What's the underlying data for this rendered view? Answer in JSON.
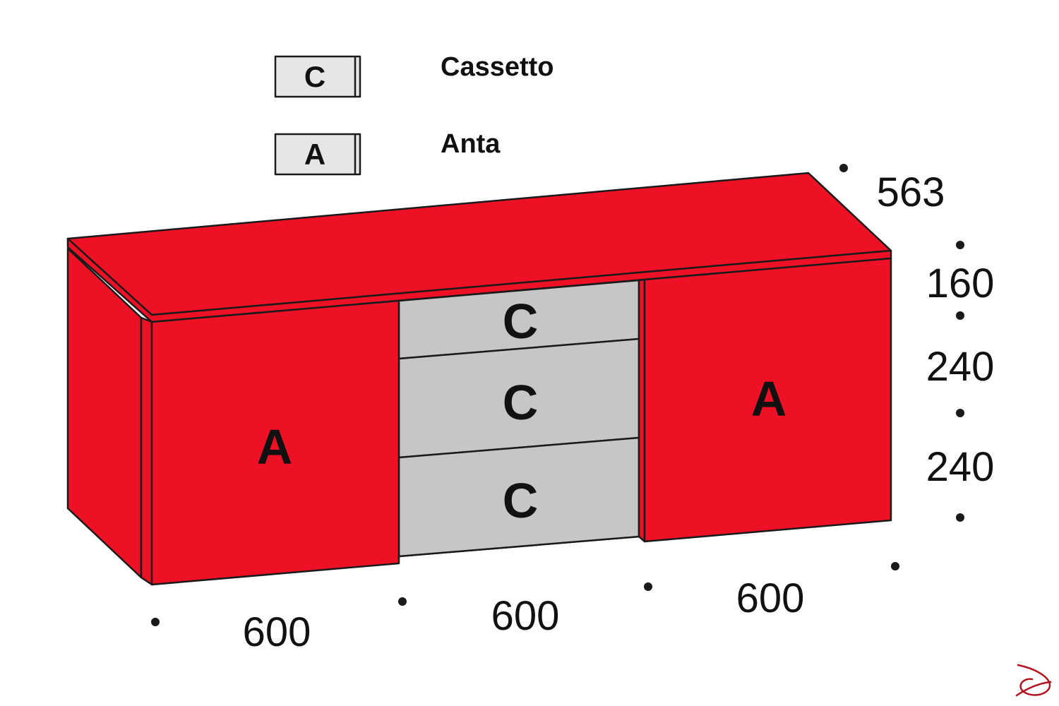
{
  "colors": {
    "cabinet_red": "#EE1126",
    "drawer_grey": "#C6C6C6",
    "legend_grey": "#E6E6E6",
    "line": "#1A1A1A",
    "logo": "#B4121F"
  },
  "legend": {
    "drawer": {
      "letter": "C",
      "label": "Cassetto"
    },
    "door": {
      "letter": "A",
      "label": "Anta"
    }
  },
  "cabinet": {
    "left_door_letter": "A",
    "right_door_letter": "A",
    "drawer_letters": [
      "C",
      "C",
      "C"
    ]
  },
  "dimensions": {
    "depth": "563",
    "heights": [
      "160",
      "240",
      "240"
    ],
    "widths": [
      "600",
      "600",
      "600"
    ]
  },
  "logo": {
    "icon": "swoosh-logo-icon"
  }
}
